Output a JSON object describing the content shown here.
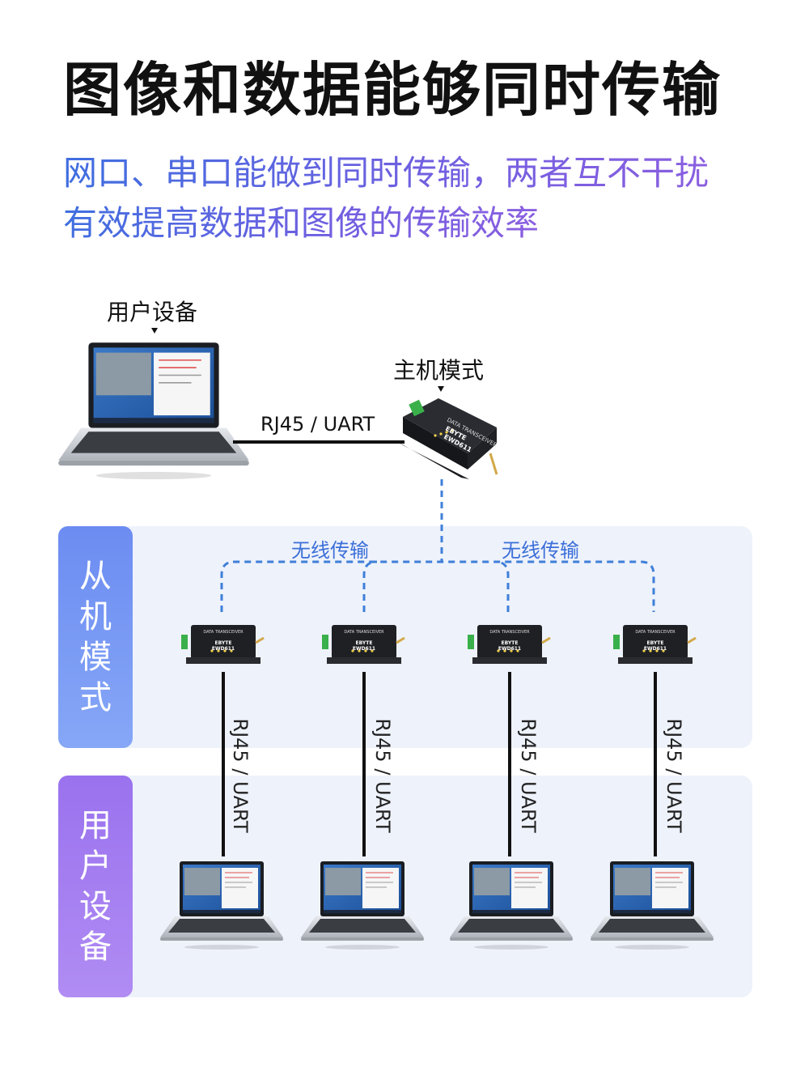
{
  "title": "图像和数据能够同时传输",
  "subtitle": {
    "line1": "网口、串口能做到同时传输，两者互不干扰",
    "line2": "有效提高数据和图像的传输效率"
  },
  "host": {
    "user_label": "用户设备",
    "mode_label": "主机模式",
    "link_label": "RJ45 / UART",
    "device_title": "DATA TRANSCEIVER",
    "device_brand": "EBYTE",
    "device_model": "EWD611"
  },
  "wireless_label": "无线传输",
  "slave_tab": [
    "从",
    "机",
    "模",
    "式"
  ],
  "user_tab": [
    "用",
    "户",
    "设",
    "备"
  ],
  "slave_link_label": "RJ45 / UART",
  "colors": {
    "tab_blue": "#7b9bf4",
    "tab_purple": "#a680f0",
    "wireless_line": "#3f7fd8",
    "panel_bg": "#eef2fb"
  }
}
